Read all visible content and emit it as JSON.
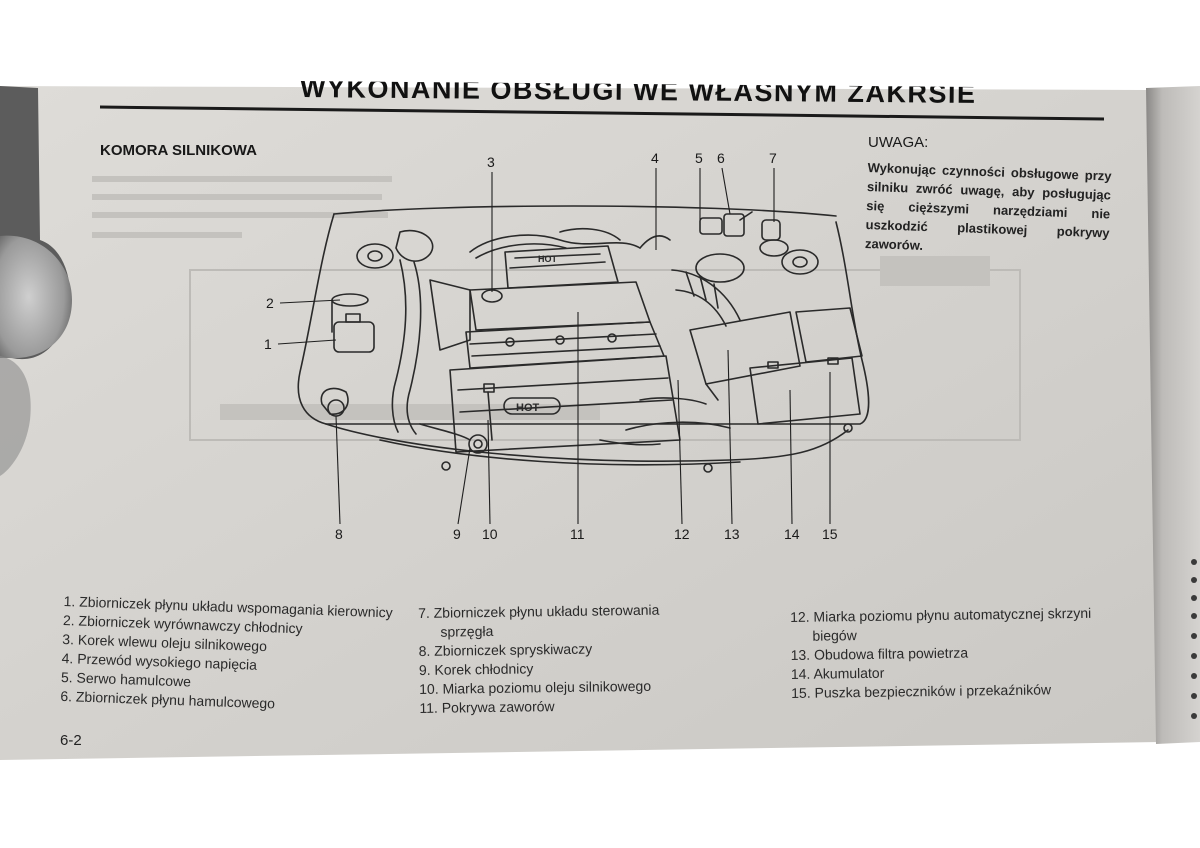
{
  "header": {
    "title": "WYKONANIE OBSŁUGI WE WŁASNYM ZAKRSIE"
  },
  "section": {
    "title": "KOMORA SILNIKOWA"
  },
  "note": {
    "title": "UWAGA:",
    "text": "Wykonując czynności obsługowe przy silniku zwróć uwagę, aby posługując się cięższymi narzędziami nie uszkodzić plastikowej pokrywy zaworów."
  },
  "diagram": {
    "valve_cover_label": "HOT",
    "callouts": [
      "1",
      "2",
      "3",
      "4",
      "5",
      "6",
      "7",
      "8",
      "9",
      "10",
      "11",
      "12",
      "13",
      "14",
      "15"
    ]
  },
  "legend": {
    "col1": [
      "1. Zbiorniczek płynu układu wspomagania kierownicy",
      "2. Zbiorniczek wyrównawczy chłodnicy",
      "3. Korek wlewu oleju silnikowego",
      "4. Przewód wysokiego napięcia",
      "5. Serwo hamulcowe",
      "6. Zbiorniczek płynu hamulcowego"
    ],
    "col2": [
      "7. Zbiorniczek płynu układu sterowania",
      "sprzęgła",
      "8. Zbiorniczek spryskiwaczy",
      "9. Korek chłodnicy",
      "10. Miarka poziomu oleju silnikowego",
      "11. Pokrywa zaworów"
    ],
    "col3": [
      "12. Miarka poziomu płynu automatycznej skrzyni",
      "biegów",
      "13. Obudowa filtra powietrza",
      "14. Akumulator",
      "15. Puszka bezpieczników i przekaźników"
    ]
  },
  "page": {
    "number": "6-2"
  }
}
